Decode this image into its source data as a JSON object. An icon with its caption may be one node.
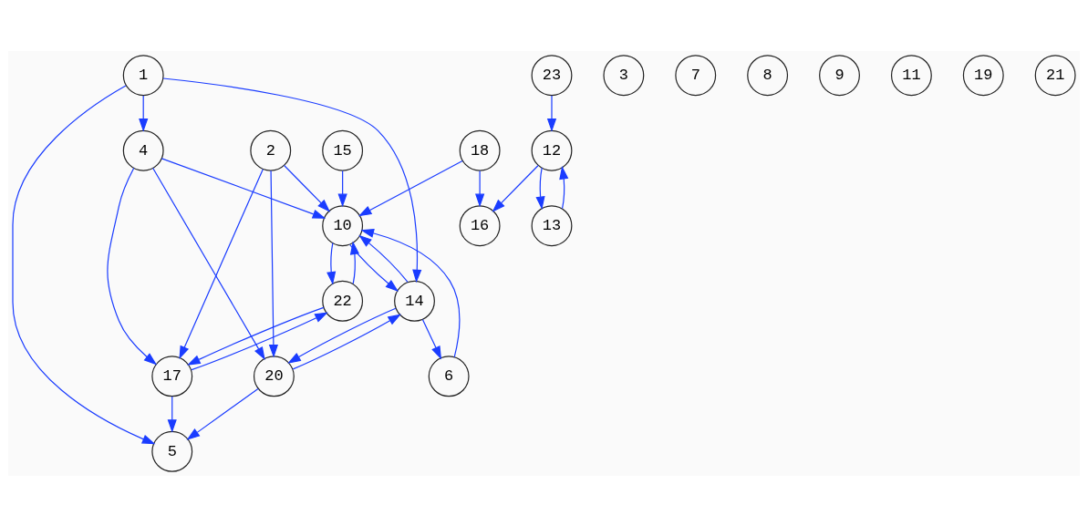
{
  "diagram": {
    "nodes": [
      {
        "text": [
          "1"
        ]
      },
      {
        "text": [
          "23"
        ]
      },
      {
        "text": [
          "3"
        ]
      },
      {
        "text": [
          "7"
        ]
      },
      {
        "text": [
          "8"
        ]
      },
      {
        "text": [
          "9"
        ]
      },
      {
        "text": [
          "11"
        ]
      },
      {
        "text": [
          "19"
        ]
      },
      {
        "text": [
          "21"
        ]
      },
      {
        "text": [
          "4"
        ]
      },
      {
        "text": [
          "2"
        ]
      },
      {
        "text": [
          "15"
        ]
      },
      {
        "text": [
          "18"
        ]
      },
      {
        "text": [
          "12"
        ]
      },
      {
        "text": [
          "10"
        ]
      },
      {
        "text": [
          "16"
        ]
      },
      {
        "text": [
          "13"
        ]
      },
      {
        "text": [
          "22"
        ]
      },
      {
        "text": [
          "14"
        ]
      },
      {
        "text": [
          "17"
        ]
      },
      {
        "text": [
          "20"
        ]
      },
      {
        "text": [
          "6"
        ]
      },
      {
        "text": [
          "5"
        ]
      }
    ],
    "edges": [
      {
        "from": 0,
        "to": 9,
        "arrow": "to"
      },
      {
        "from": 0,
        "to": 22,
        "arrow": "to"
      },
      {
        "from": 0,
        "to": 18,
        "arrow": "to"
      },
      {
        "from": 1,
        "to": 13,
        "arrow": "to"
      },
      {
        "from": 9,
        "to": 14,
        "arrow": "to"
      },
      {
        "from": 9,
        "to": 19,
        "arrow": "to"
      },
      {
        "from": 9,
        "to": 20,
        "arrow": "to"
      },
      {
        "from": 10,
        "to": 14,
        "arrow": "to"
      },
      {
        "from": 10,
        "to": 19,
        "arrow": "to"
      },
      {
        "from": 10,
        "to": 20,
        "arrow": "to"
      },
      {
        "from": 11,
        "to": 14,
        "arrow": "to"
      },
      {
        "from": 12,
        "to": 14,
        "arrow": "to"
      },
      {
        "from": 12,
        "to": 15,
        "arrow": "to"
      },
      {
        "from": 13,
        "to": 15,
        "arrow": "to"
      },
      {
        "from": 13,
        "to": 16,
        "arrow": "to"
      },
      {
        "from": 16,
        "to": 13,
        "arrow": "to"
      },
      {
        "from": 14,
        "to": 17,
        "arrow": "to"
      },
      {
        "from": 17,
        "to": 14,
        "arrow": "to"
      },
      {
        "from": 14,
        "to": 18,
        "arrow": "to"
      },
      {
        "from": 18,
        "to": 14,
        "arrow": "to"
      },
      {
        "from": 21,
        "to": 14,
        "arrow": "to"
      },
      {
        "from": 18,
        "to": 21,
        "arrow": "to"
      },
      {
        "from": 18,
        "to": 20,
        "arrow": "to"
      },
      {
        "from": 20,
        "to": 18,
        "arrow": "to"
      },
      {
        "from": 17,
        "to": 19,
        "arrow": "to"
      },
      {
        "from": 19,
        "to": 17,
        "arrow": "to"
      },
      {
        "from": 19,
        "to": 22,
        "arrow": "to"
      },
      {
        "from": 20,
        "to": 22,
        "arrow": "to"
      }
    ]
  }
}
